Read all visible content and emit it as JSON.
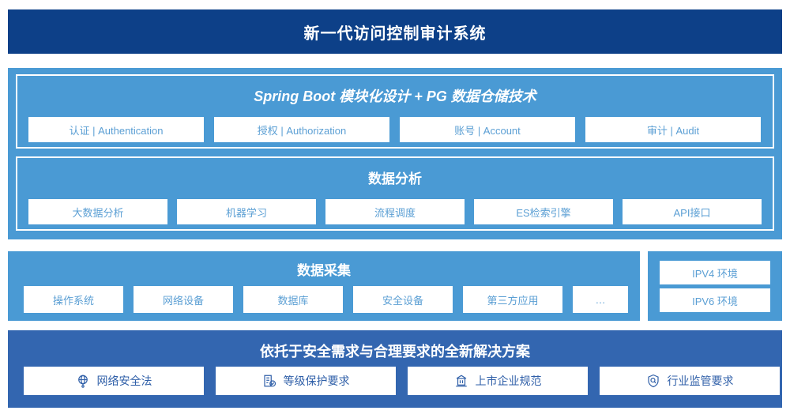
{
  "header": {
    "title": "新一代访问控制审计系统",
    "bg_color": "#0d4088"
  },
  "colors": {
    "navy": "#0d4088",
    "light_blue": "#4a9ad4",
    "mid_blue": "#3366b0",
    "card_text": "#5b9fd4",
    "card_text_navy": "#2f5fa8",
    "white": "#ffffff"
  },
  "sections": {
    "platform": {
      "title": "Spring Boot 模块化设计 + PG 数据仓储技术",
      "cards": [
        {
          "label": "认证 | Authentication"
        },
        {
          "label": "授权 | Authorization"
        },
        {
          "label": "账号 | Account"
        },
        {
          "label": "审计 | Audit"
        }
      ]
    },
    "analysis": {
      "title": "数据分析",
      "cards": [
        {
          "label": "大数据分析"
        },
        {
          "label": "机器学习"
        },
        {
          "label": "流程调度"
        },
        {
          "label": "ES检索引擎"
        },
        {
          "label": "API接口"
        }
      ]
    },
    "collection": {
      "title": "数据采集",
      "cards": [
        {
          "label": "操作系统"
        },
        {
          "label": "网络设备"
        },
        {
          "label": "数据库"
        },
        {
          "label": "安全设备"
        },
        {
          "label": "第三方应用"
        },
        {
          "label": "…"
        }
      ]
    },
    "environment": {
      "cards": [
        {
          "label": "IPV4 环境"
        },
        {
          "label": "IPV6 环境"
        }
      ]
    },
    "compliance": {
      "title": "依托于安全需求与合理要求的全新解决方案",
      "cards": [
        {
          "label": "网络安全法",
          "icon": "globe-icon"
        },
        {
          "label": "等级保护要求",
          "icon": "document-check-icon"
        },
        {
          "label": "上市企业规范",
          "icon": "bank-building-icon"
        },
        {
          "label": "行业监管要求",
          "icon": "shield-search-icon"
        }
      ]
    }
  }
}
